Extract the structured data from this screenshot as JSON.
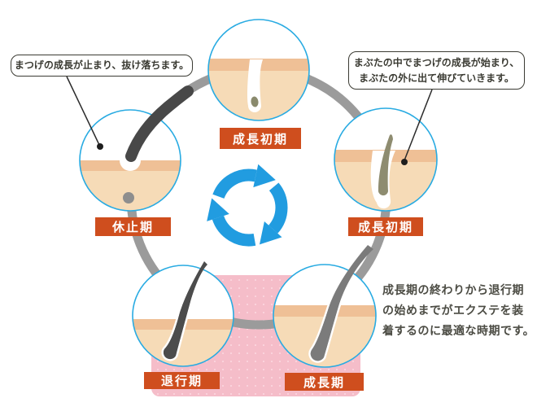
{
  "callouts": {
    "left": {
      "text": "まつげの成長が止まり、抜け落ちます。"
    },
    "right": {
      "line1": "まぶたの中でまつげの成長が始まり、",
      "line2": "まぶたの外に出て伸びていきます。"
    }
  },
  "stages": {
    "top": {
      "label": "成長初期"
    },
    "right": {
      "label": "成長初期"
    },
    "bottom_right": {
      "label": "成長期"
    },
    "bottom_left": {
      "label": "退行期"
    },
    "left": {
      "label": "休止期"
    }
  },
  "note": {
    "line1": "成長期の終わりから退行期",
    "line2": "の始めまでがエクステを装",
    "line3": "着するのに最適な時期です。"
  },
  "icons": {
    "center": "cycle-arrows-icon"
  },
  "colors": {
    "arrow_blue": "#219CE0",
    "circle_border_blue": "#29ABE2",
    "badge_orange": "#CF4E1E",
    "ring_gray": "#9B9B9B",
    "pink_highlight": "#F5BDC9",
    "pink_dot": "#FAD3DC",
    "skin_band": "#EFC096",
    "skin_body": "#F6DBB7"
  }
}
